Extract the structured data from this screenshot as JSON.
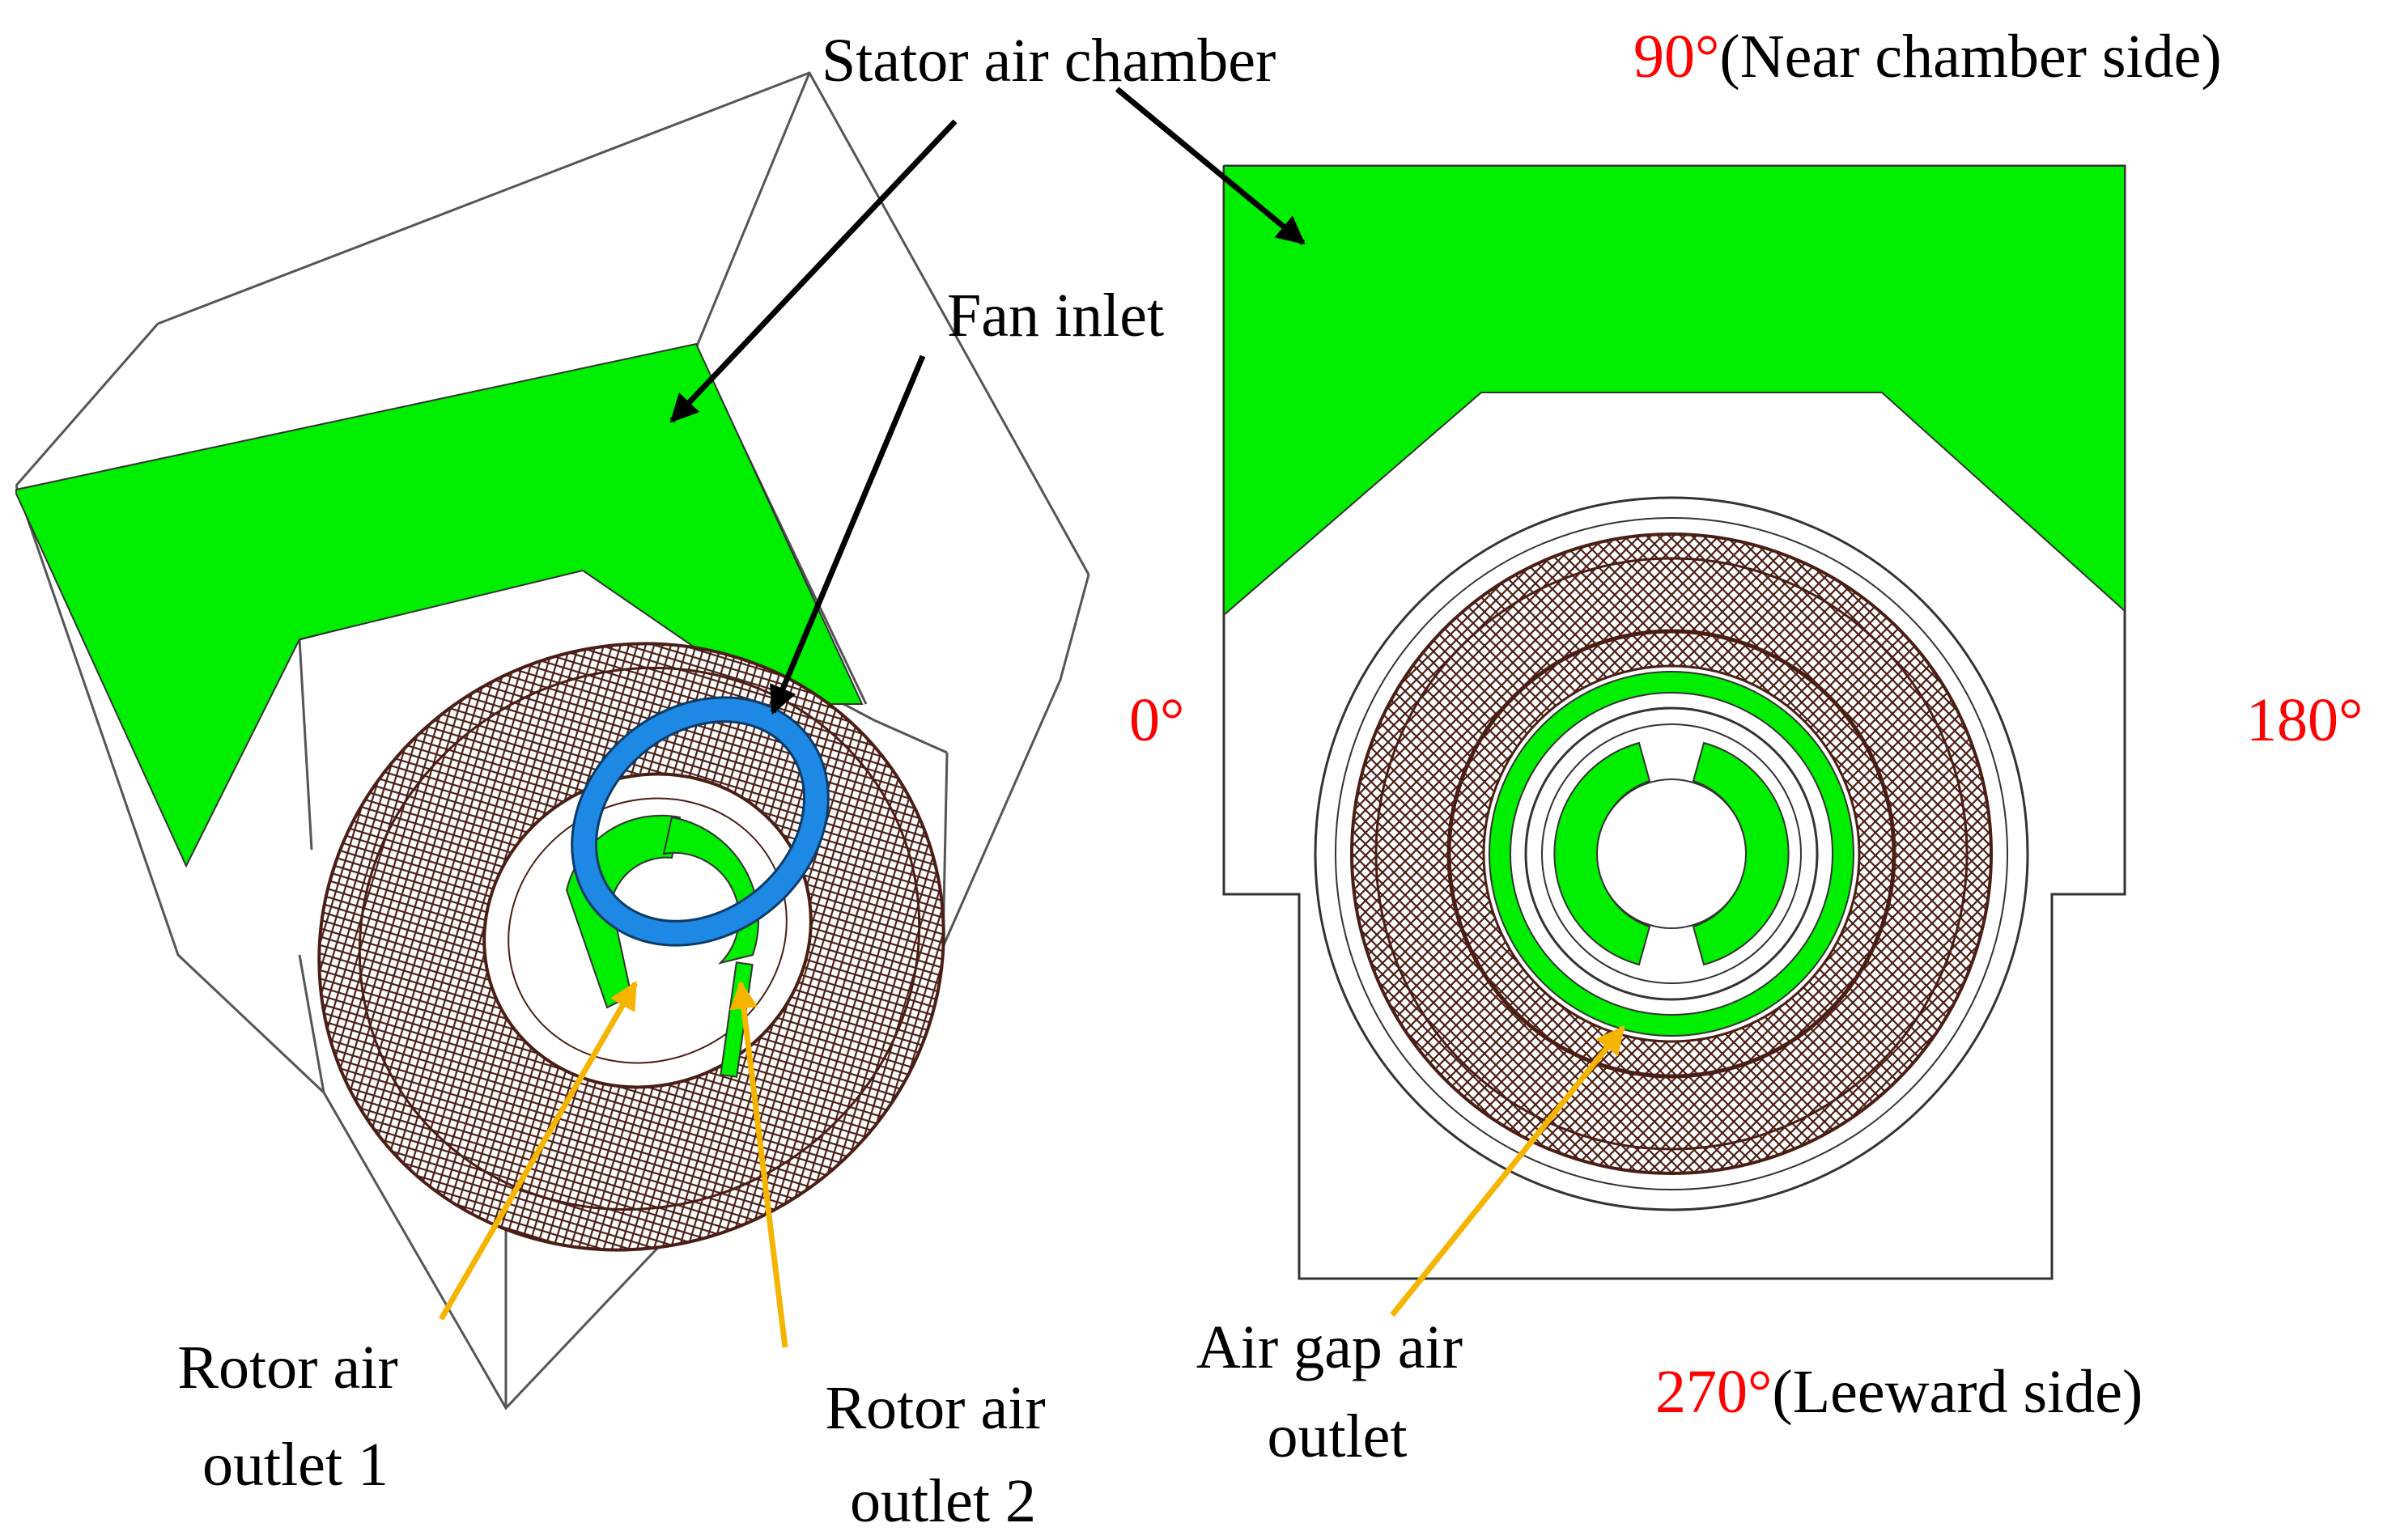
{
  "labels": {
    "stator_air_chamber": "Stator air chamber",
    "fan_inlet": "Fan inlet",
    "rotor_air_outlet_1": [
      "Rotor air",
      "outlet 1"
    ],
    "rotor_air_outlet_2": [
      "Rotor air",
      "outlet 2"
    ],
    "air_gap_air_outlet": [
      "Air gap air",
      "outlet"
    ]
  },
  "angles": {
    "a90": {
      "value": "90°",
      "note": "(Near chamber side)"
    },
    "a0": {
      "value": "0°"
    },
    "a180": {
      "value": "180°"
    },
    "a270": {
      "value": "270°",
      "note": "(Leeward side)"
    }
  },
  "colors": {
    "chamber_green": "#00ee00",
    "fan_blue": "#1e88e5",
    "winding_brown": "#4a1e14",
    "angle_red": "#ff0000",
    "annotation_arrow_black": "#000000",
    "annotation_arrow_orange": "#f5b400"
  }
}
